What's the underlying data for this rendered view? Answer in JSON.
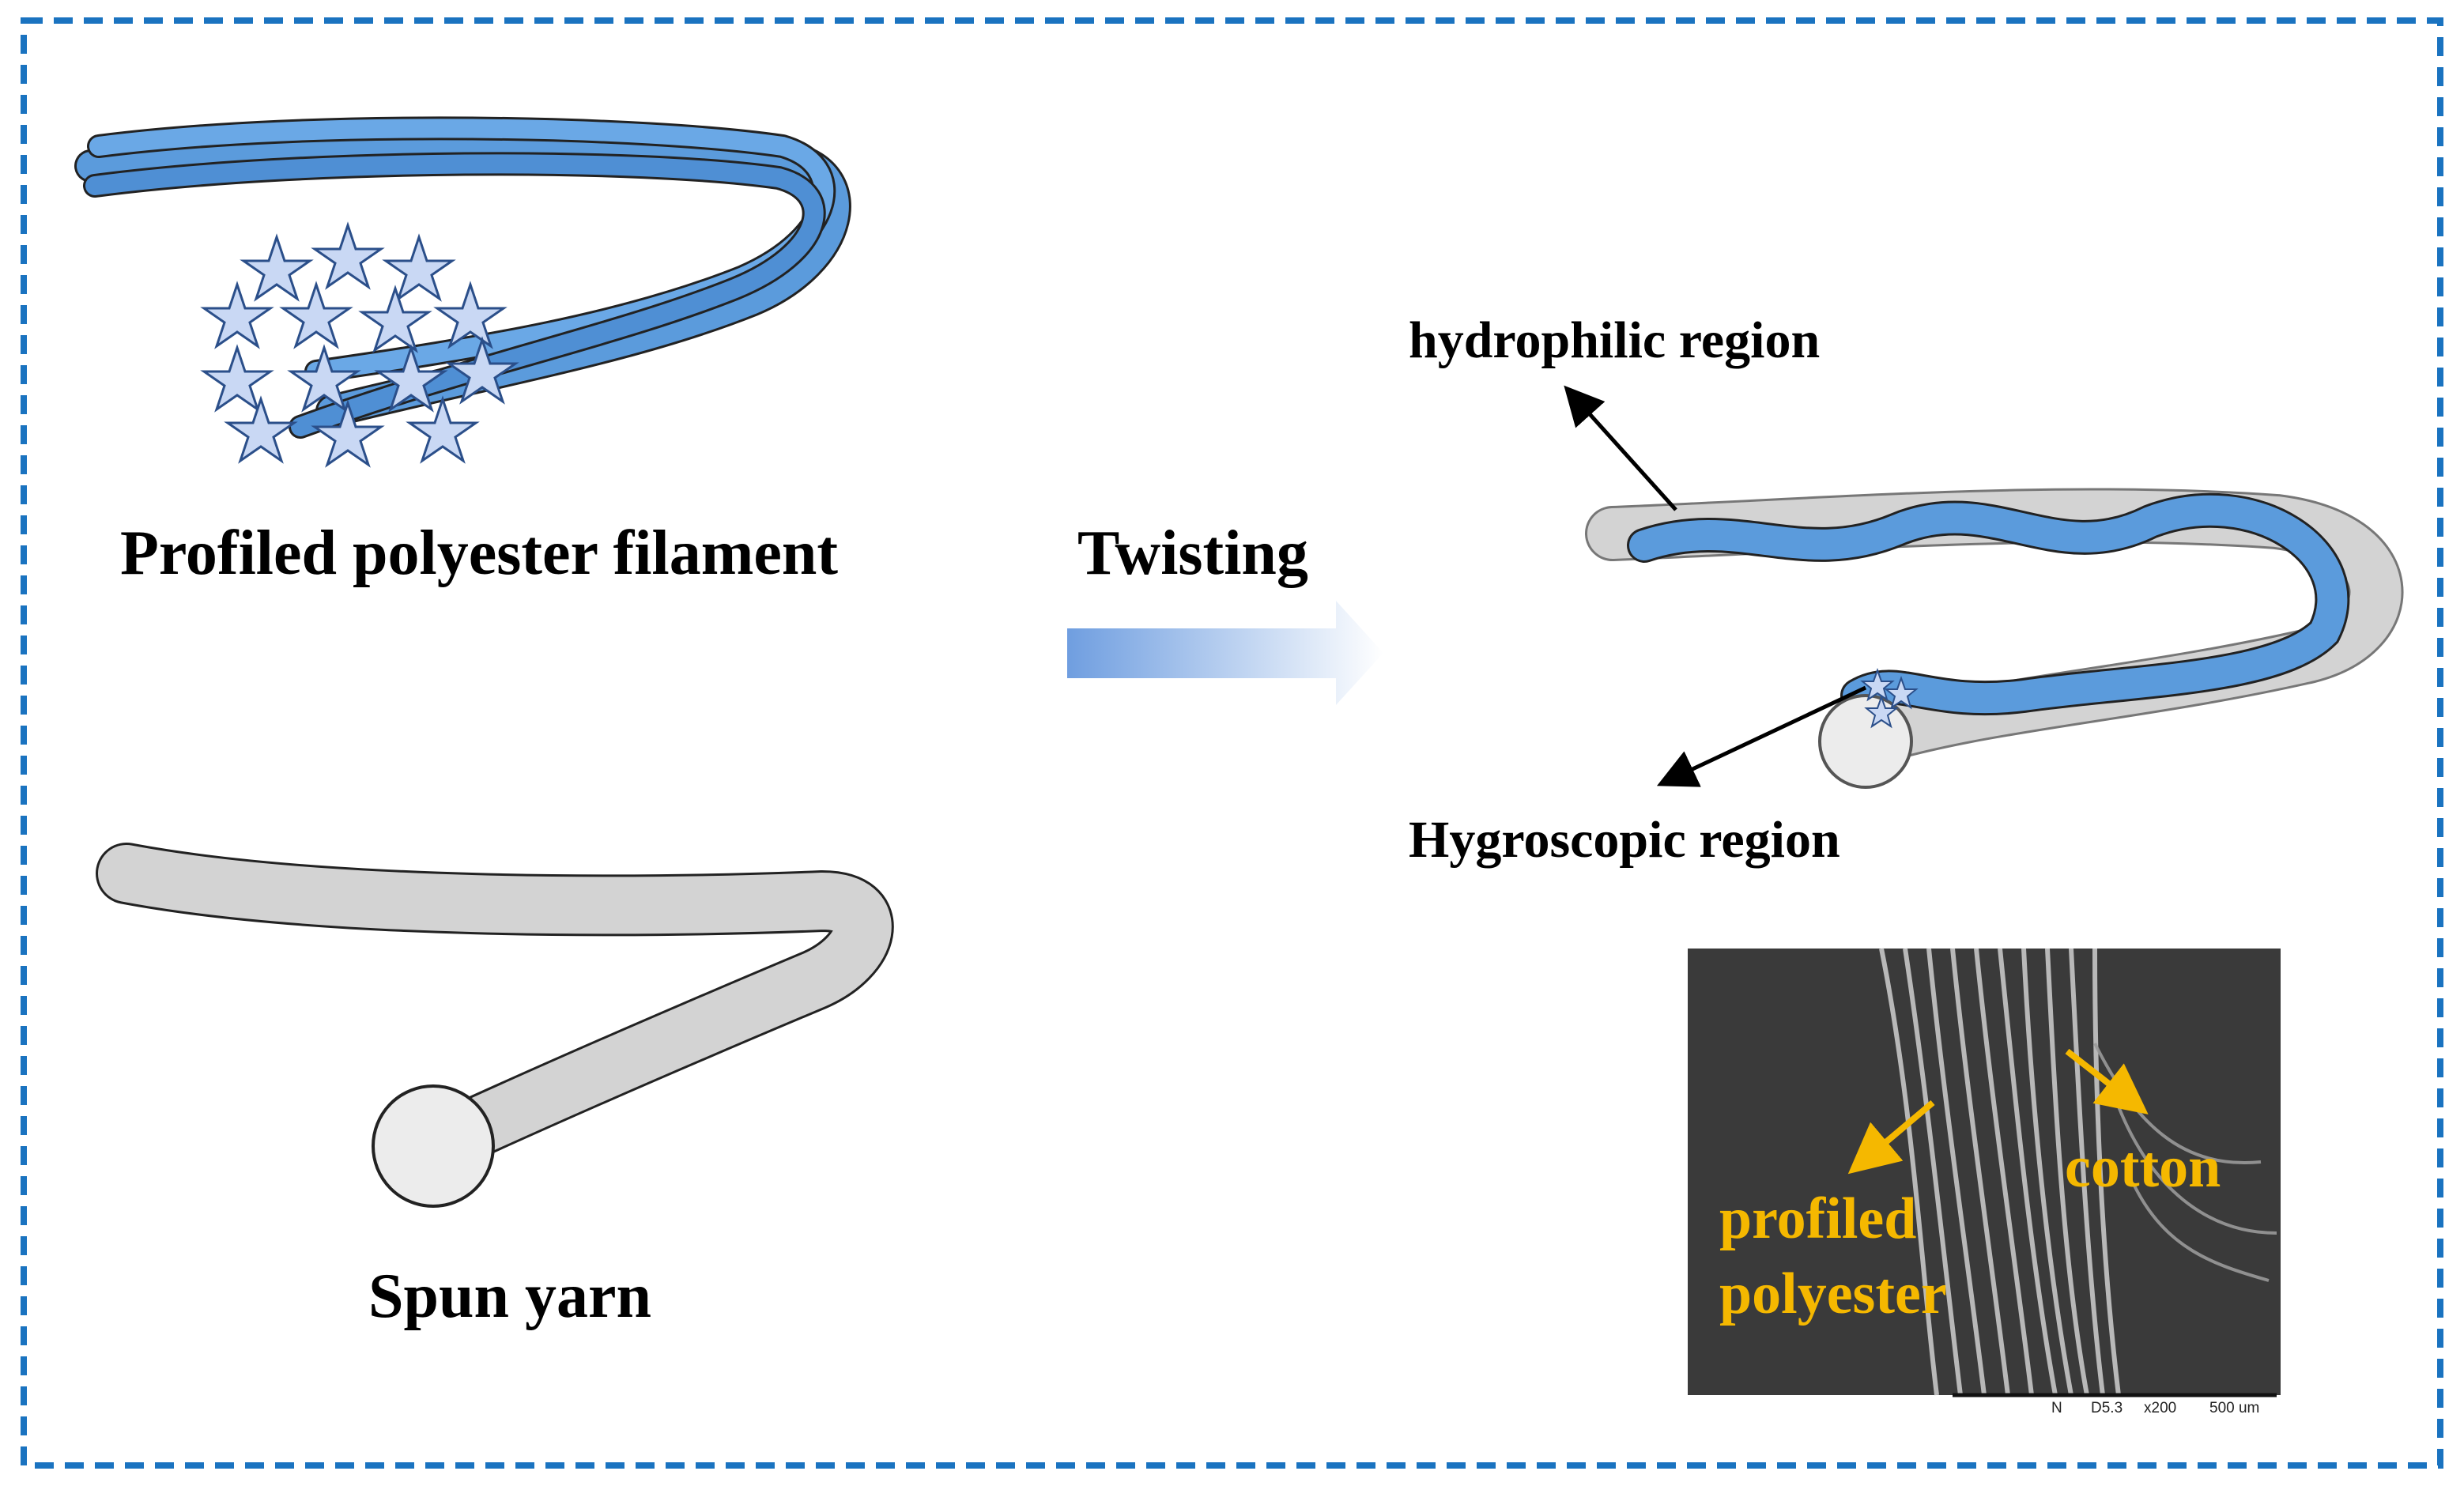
{
  "labels": {
    "profiled_polyester_filament": "Profiled polyester filament",
    "spun_yarn": "Spun yarn",
    "twisting": "Twisting",
    "hydrophilic_region": "hydrophilic region",
    "hygroscopic_region": "Hygroscopic region"
  },
  "sem_image": {
    "label_profiled": "profiled",
    "label_polyester": "polyester",
    "label_cotton": "cotton",
    "scale_n": "N",
    "scale_d": "D5.3",
    "scale_mag": "x200",
    "scale_len": "500 um"
  },
  "colors": {
    "frame": "#1a73c0",
    "filament_blue": "#5b9bdc",
    "yarn_gray": "#d3d3d3",
    "sem_label": "#f5b800",
    "arrow_gradient_start": "#6f9ee0",
    "arrow_gradient_end": "#ffffff"
  }
}
